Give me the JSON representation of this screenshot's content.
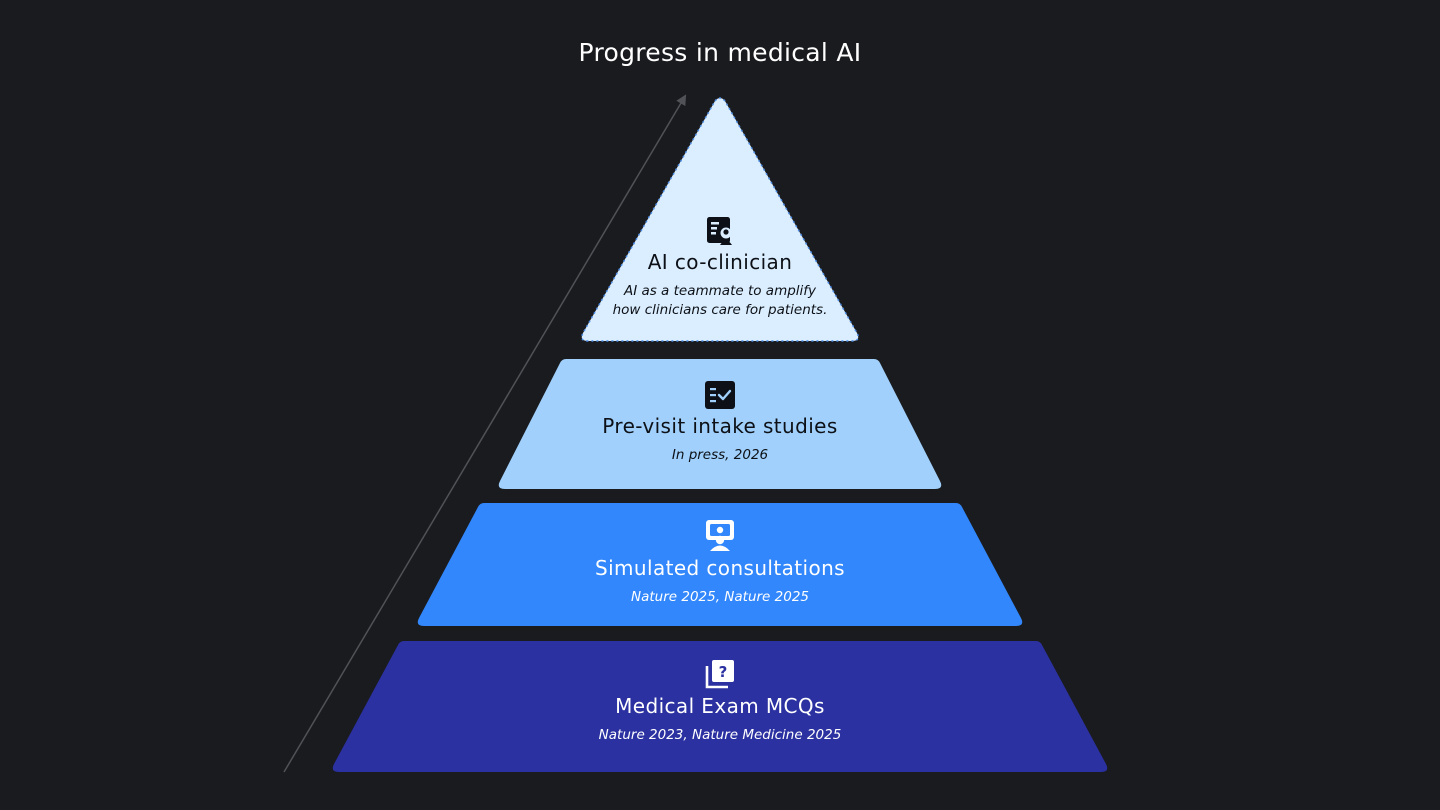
{
  "title": "Progress in medical AI",
  "colors": {
    "background": "#1a1b1f",
    "tier1": "#dbeeff",
    "tier2": "#a0d0fb",
    "tier3": "#3187fb",
    "tier4": "#2b31a0",
    "arrow": "#505257"
  },
  "tiers": [
    {
      "title": "AI co-clinician",
      "subtitle_line1": "AI as a teammate to amplify",
      "subtitle_line2": "how clinicians care for patients.",
      "icon": "clinician-report-icon"
    },
    {
      "title": "Pre-visit intake studies",
      "subtitle": "In press, 2026",
      "icon": "checklist-icon"
    },
    {
      "title": "Simulated consultations",
      "subtitle": "Nature 2025, Nature 2025",
      "icon": "video-consultation-icon"
    },
    {
      "title": "Medical Exam MCQs",
      "subtitle": "Nature 2023, Nature Medicine 2025",
      "icon": "quiz-icon"
    }
  ]
}
